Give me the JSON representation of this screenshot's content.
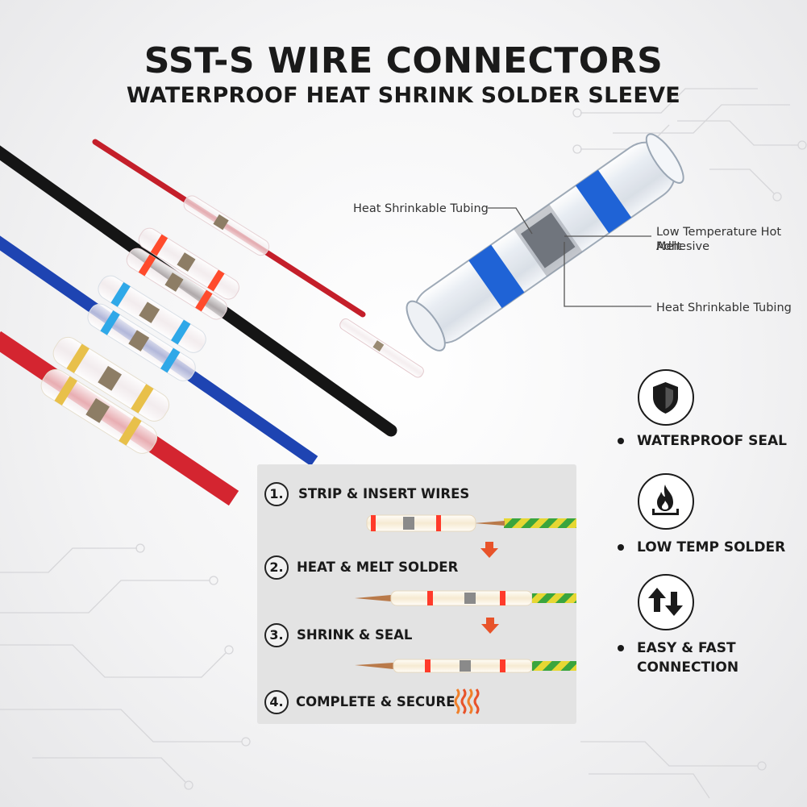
{
  "title": "SST-S WIRE CONNECTORS",
  "subtitle": "WATERPROOF HEAT SHRINK SOLDER SLEEVE",
  "callouts": {
    "tubing_top": "Heat Shrinkable Tubing",
    "adhesive_line1": "Low Temperature Hot Melt",
    "adhesive_line2": "Adhesive",
    "tubing_bottom": "Heat Shrinkable Tubing"
  },
  "features": [
    {
      "icon": "shield-icon",
      "line1": "WATERPROOF SEAL",
      "line2": ""
    },
    {
      "icon": "flame-icon",
      "line1": "LOW TEMP SOLDER",
      "line2": ""
    },
    {
      "icon": "up-down-arrows-icon",
      "line1": "EASY & FAST",
      "line2": "CONNECTION"
    }
  ],
  "steps": [
    {
      "num": "1.",
      "label": "STRIP & INSERT WIRES"
    },
    {
      "num": "2.",
      "label": "HEAT & MELT SOLDER"
    },
    {
      "num": "3.",
      "label": "SHRINK & SEAL"
    },
    {
      "num": "4.",
      "label": "COMPLETE & SECURE"
    }
  ],
  "colors": {
    "text": "#1a1a1a",
    "accent_arrow": "#e8532a",
    "sleeve_blue": "#1f63d6",
    "wire_red": "#d8222b",
    "wire_black": "#111111",
    "wire_blue": "#1f45b5",
    "solder_band_red": "#ff3b2a",
    "solder_band_blue": "#2fa8e8",
    "solder_band_yellow": "#e8c04a",
    "ground_wire_green": "#37a83c",
    "ground_wire_yellow": "#e6d733"
  }
}
